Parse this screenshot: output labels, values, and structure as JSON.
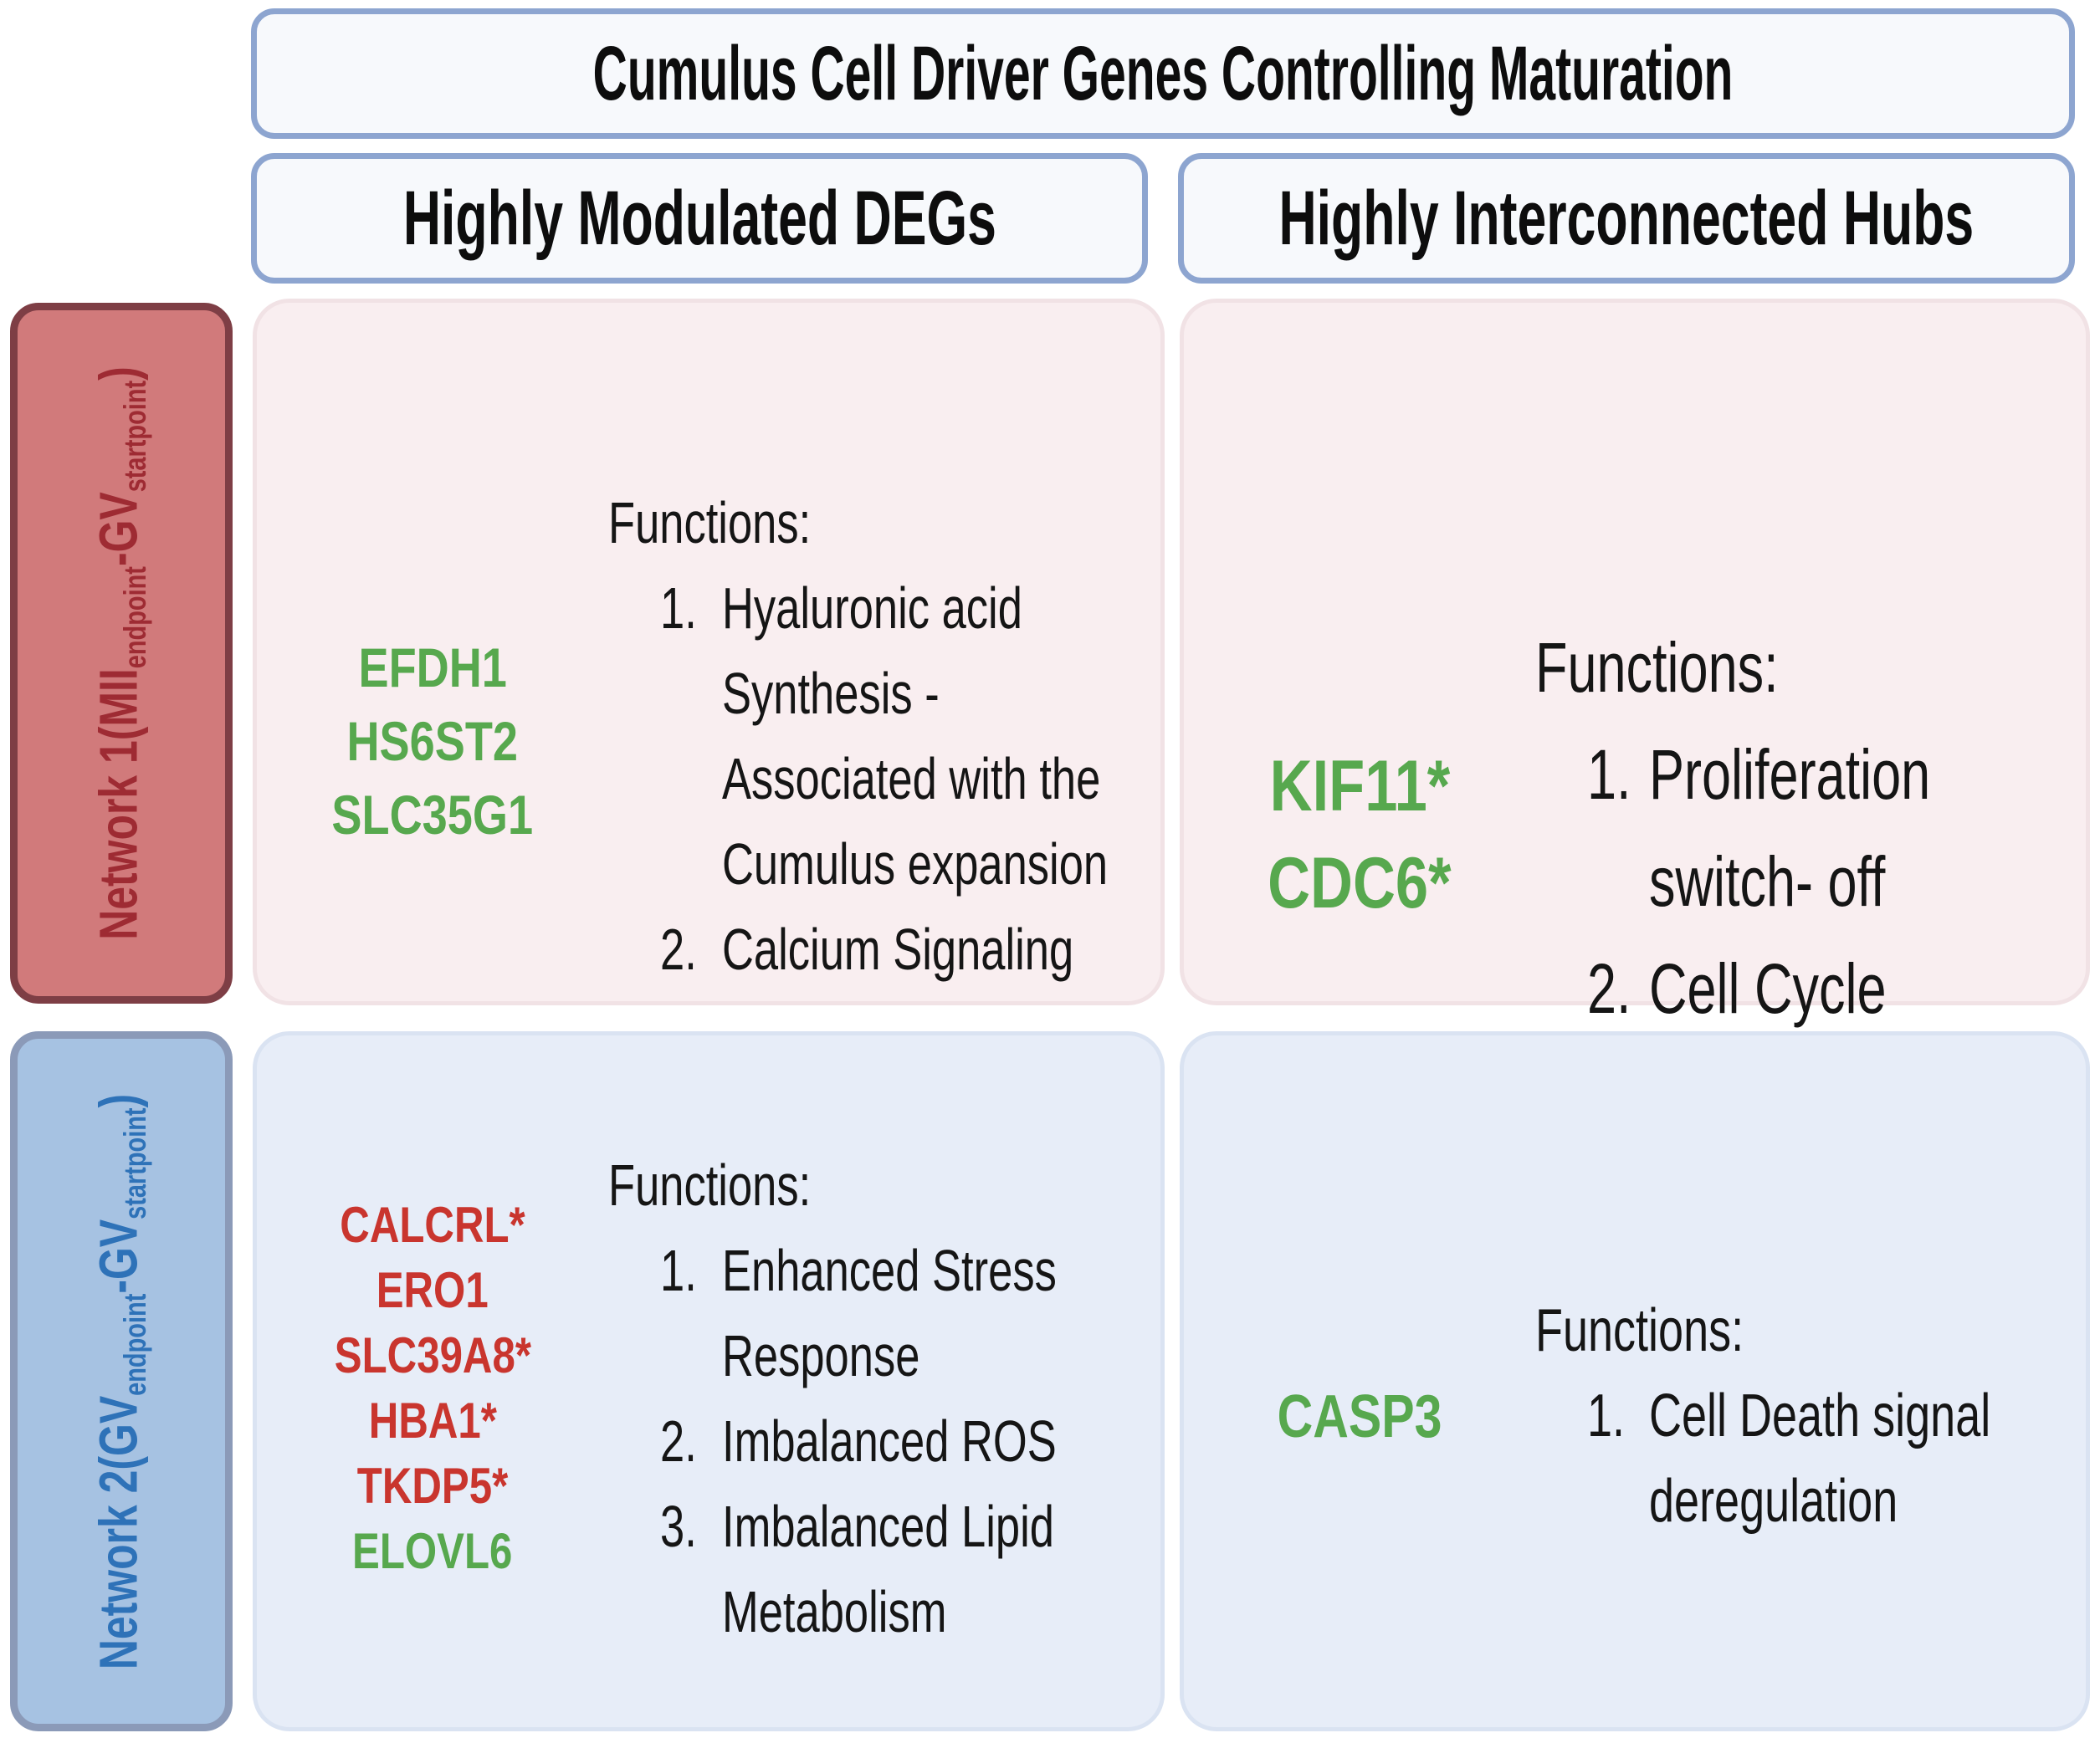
{
  "title": {
    "text": "Cumulus Cell Driver Genes Controlling Maturation"
  },
  "columns": [
    {
      "label": "Highly Modulated DEGs"
    },
    {
      "label": "Highly Interconnected Hubs"
    }
  ],
  "rows": [
    {
      "name": "Network 1",
      "parts": [
        "Network 1(MII",
        "endpoint",
        "-GV",
        "startpoint",
        ")"
      ],
      "theme": "red"
    },
    {
      "name": "Network 2",
      "parts": [
        "Network 2(GV",
        "endpoint",
        "-GV",
        "startpoint",
        ")"
      ],
      "theme": "blue"
    }
  ],
  "cells": {
    "r1c1": {
      "genes": [
        {
          "name": "EFDH1",
          "color": "green"
        },
        {
          "name": "HS6ST2",
          "color": "green"
        },
        {
          "name": "SLC35G1",
          "color": "green"
        }
      ],
      "functions_label": "Functions:",
      "items": [
        {
          "num": "1.",
          "lines": [
            "Hyaluronic acid",
            "Synthesis -",
            "Associated with the",
            "Cumulus expansion"
          ]
        },
        {
          "num": "2.",
          "lines": [
            "Calcium Signaling"
          ]
        }
      ]
    },
    "r1c2": {
      "genes": [
        {
          "name": "KIF11*",
          "color": "green"
        },
        {
          "name": "CDC6*",
          "color": "green"
        }
      ],
      "functions_label": "Functions:",
      "items": [
        {
          "num": "1.",
          "lines": [
            "Proliferation",
            "switch- off"
          ]
        },
        {
          "num": "2.",
          "lines": [
            "Cell Cycle"
          ]
        }
      ]
    },
    "r2c1": {
      "genes": [
        {
          "name": "CALCRL*",
          "color": "red"
        },
        {
          "name": "ERO1",
          "color": "red"
        },
        {
          "name": "SLC39A8*",
          "color": "red"
        },
        {
          "name": "HBA1*",
          "color": "red"
        },
        {
          "name": "TKDP5*",
          "color": "red"
        },
        {
          "name": "ELOVL6",
          "color": "green"
        }
      ],
      "functions_label": "Functions:",
      "items": [
        {
          "num": "1.",
          "lines": [
            "Enhanced Stress",
            "Response"
          ]
        },
        {
          "num": "2.",
          "lines": [
            "Imbalanced ROS"
          ]
        },
        {
          "num": "3.",
          "lines": [
            "Imbalanced  Lipid",
            "Metabolism"
          ]
        }
      ]
    },
    "r2c2": {
      "genes": [
        {
          "name": "CASP3",
          "color": "green"
        }
      ],
      "functions_label": "Functions:",
      "items": [
        {
          "num": "1.",
          "lines": [
            "Cell Death signal",
            "deregulation"
          ]
        }
      ]
    }
  },
  "palette": {
    "green": "#57a84e",
    "red_gene": "#c9352e",
    "label_red_text": "#9e2b33",
    "label_red_fill": "#d17a7b",
    "label_red_border": "#7e3e45",
    "label_blue_text": "#2e72b8",
    "label_blue_fill": "#a6c2e2",
    "label_blue_border": "#8b9ab8",
    "cell_pink": "#f9eef0",
    "cell_blue": "#e7edf8",
    "box_border": "#8da5d0",
    "box_fill": "#f7f9fc"
  }
}
